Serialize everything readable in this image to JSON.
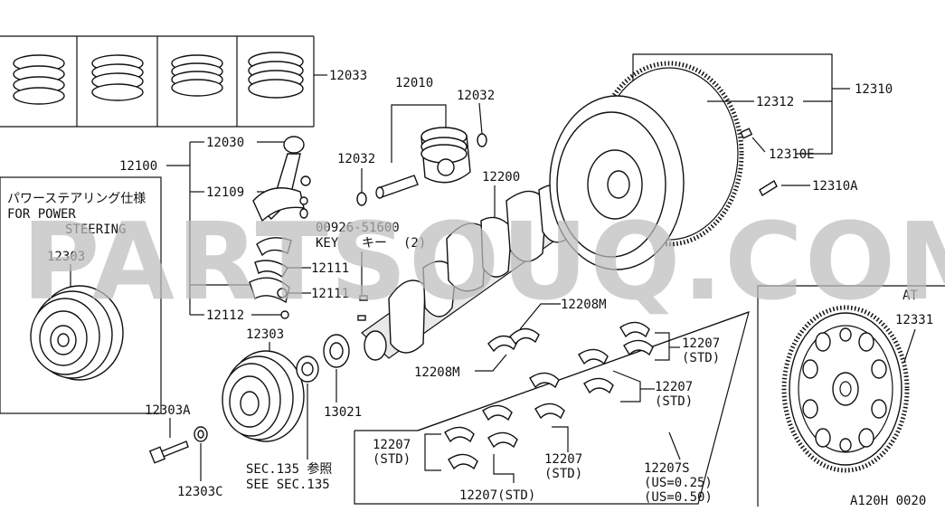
{
  "watermark": "PARTSOUQ.COM",
  "figure_code": "A120H 0020",
  "notes": {
    "power_steering_jp": "パワーステアリング仕様",
    "power_steering_en_1": "FOR POWER",
    "power_steering_en_2": "STEERING",
    "key_part": "00926-51600",
    "key_en": "KEY",
    "key_jp": "キー",
    "key_qty": "(2)",
    "sec_jp": "SEC.135 参照",
    "sec_en": "SEE SEC.135",
    "at": "AT"
  },
  "labels": {
    "p12033": "12033",
    "p12010": "12010",
    "p12032a": "12032",
    "p12032b": "12032",
    "p12030": "12030",
    "p12100": "12100",
    "p12109": "12109",
    "p12111a": "12111",
    "p12111b": "12111",
    "p12112": "12112",
    "p12200": "12200",
    "p12303a": "12303",
    "p12303b": "12303",
    "p12303A": "12303A",
    "p12303C": "12303C",
    "p13021": "13021",
    "p12208Ma": "12208M",
    "p12208Mb": "12208M",
    "p12207a": "12207",
    "p12207a_std": "(STD)",
    "p12207b": "12207",
    "p12207b_std": "(STD)",
    "p12207c": "12207",
    "p12207c_std": "(STD)",
    "p12207d": "12207",
    "p12207d_std": "(STD)",
    "p12207e": "12207(STD)",
    "p12207S": "12207S",
    "p12207S_us1": "(US=0.25)",
    "p12207S_us2": "(US=0.50)",
    "p12310": "12310",
    "p12312": "12312",
    "p12310E": "12310E",
    "p12310A": "12310A",
    "p12331": "12331"
  }
}
